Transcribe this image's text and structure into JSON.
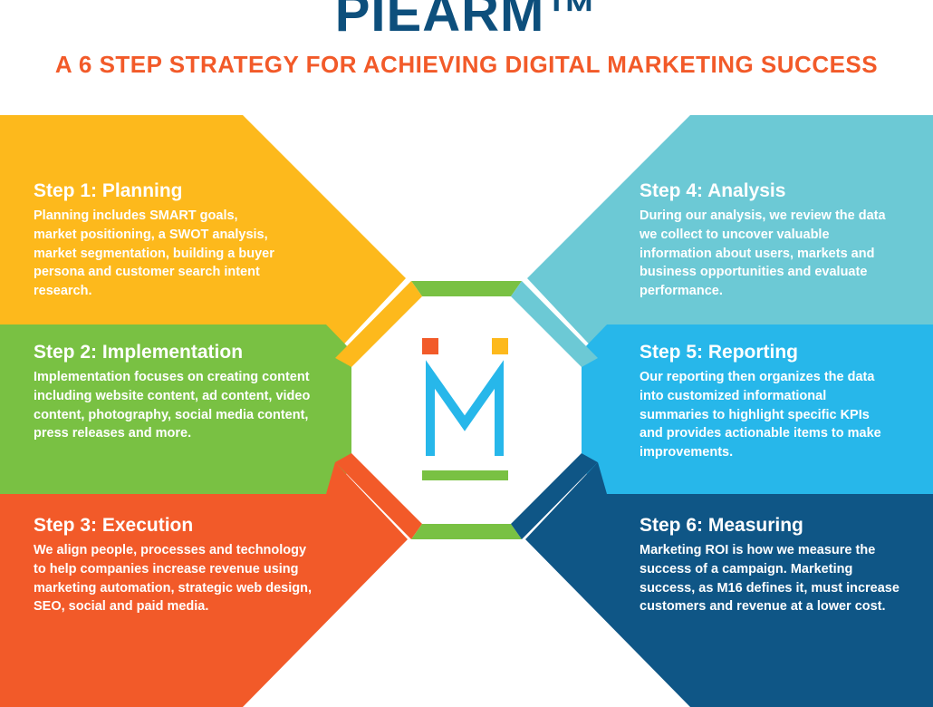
{
  "header": {
    "title": "PIEARM™",
    "subtitle": "A 6 STEP STRATEGY FOR ACHIEVING DIGITAL MARKETING SUCCESS"
  },
  "colors": {
    "navy": "#0d4f7c",
    "orange": "#f25a29",
    "yellow": "#fdb91c",
    "green": "#79c143",
    "teal": "#6cc9d5",
    "sky": "#27b7ea",
    "blue": "#0f5686"
  },
  "logo": {
    "icon": "m16-logo-icon"
  },
  "steps": [
    {
      "title": "Step 1: Planning",
      "text": "Planning includes SMART goals, market positioning, a SWOT analysis, market segmentation, building a buyer persona and customer search intent research."
    },
    {
      "title": "Step 2: Implementation",
      "text": "Implementation focuses on creating content including website content, ad content, video content, photography, social media content, press releases and more."
    },
    {
      "title": "Step 3: Execution",
      "text": "We align people, processes and technology to help companies increase revenue using marketing automation, strategic web design, SEO, social and paid media."
    },
    {
      "title": "Step 4: Analysis",
      "text": "During our analysis, we review the data we collect to uncover valuable information about users, markets and business opportunities and evaluate performance."
    },
    {
      "title": "Step 5: Reporting",
      "text": "Our reporting then organizes the data into customized informational summaries to highlight specific KPIs and provides actionable items to make improvements."
    },
    {
      "title": "Step 6: Measuring",
      "text": "Marketing ROI is how we measure the success of a campaign. Marketing success, as M16 defines it, must increase customers and revenue at a lower cost."
    }
  ]
}
